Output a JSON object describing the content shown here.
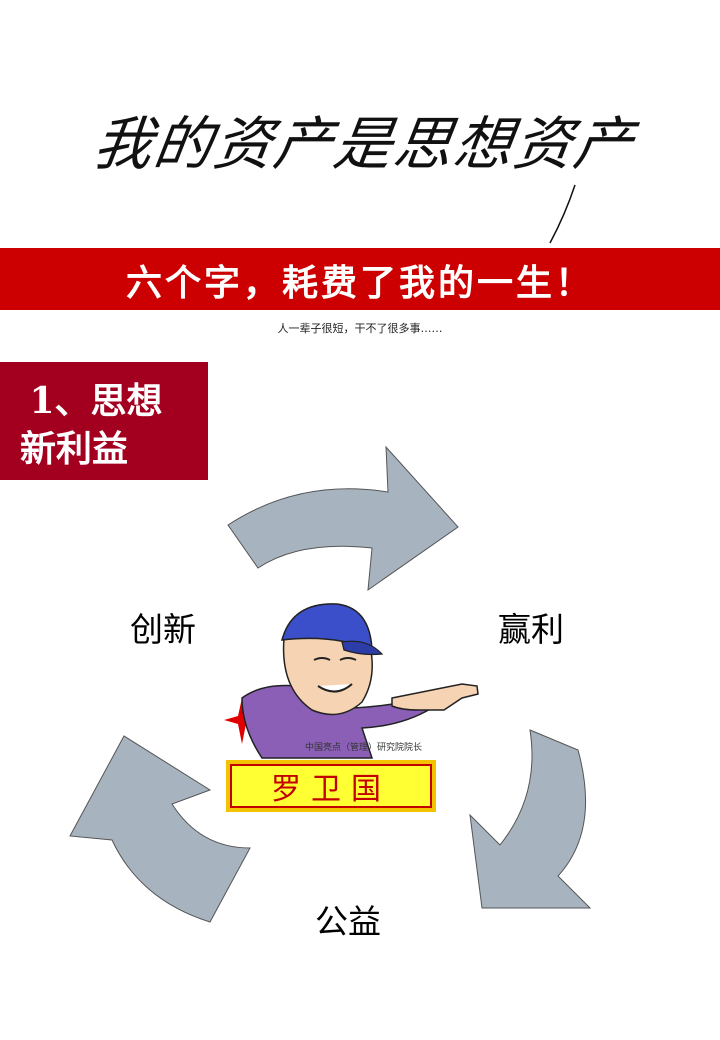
{
  "header": {
    "calligraphy_text": "我的资产是思想资产"
  },
  "banner": {
    "text": "六个字，耗费了我的一生！"
  },
  "subtitle": "人一辈子很短，干不了很多事……",
  "section": {
    "line1": "1、思想",
    "line2": "新利益"
  },
  "cycle": {
    "labels": {
      "innovate": "创新",
      "profit": "赢利",
      "public": "公益"
    },
    "arrow_color": "#a7b4c0"
  },
  "portrait": {
    "caption": "中国亮点（管理）研究院院长",
    "name": "罗卫国"
  },
  "colors": {
    "banner": "#cc0000",
    "section_box": "#a3001f",
    "nameplate_bg": "#ffff33",
    "nameplate_text": "#c30000"
  }
}
